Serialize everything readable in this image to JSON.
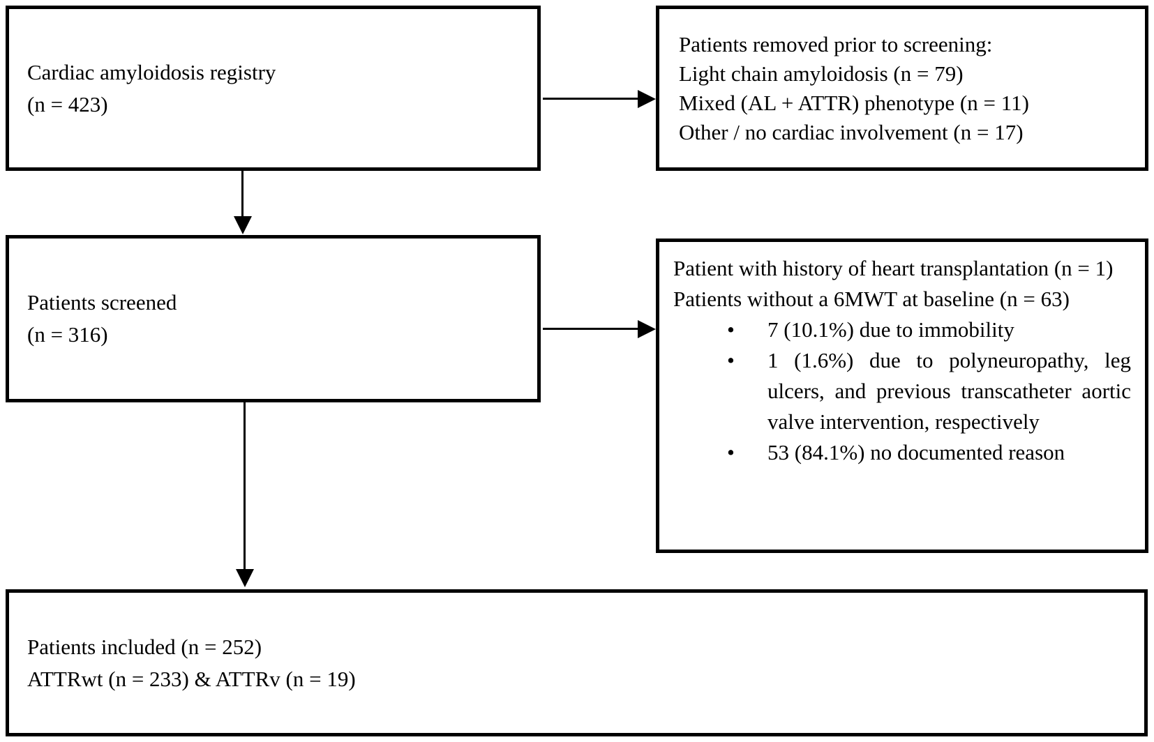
{
  "diagram": {
    "colors": {
      "border": "#000000",
      "text": "#000000",
      "background": "#ffffff"
    },
    "icons": {
      "bullet_char": "•"
    },
    "boxes": {
      "registry": {
        "line1": "Cardiac amyloidosis registry",
        "line2": "(n = 423)"
      },
      "removed": {
        "title": "Patients removed prior to screening:",
        "items": [
          "Light chain amyloidosis (n = 79)",
          "Mixed (AL + ATTR) phenotype (n = 11)",
          "Other / no cardiac involvement (n = 17)"
        ]
      },
      "screened": {
        "line1": "Patients screened",
        "line2": "(n = 316)"
      },
      "exclusions": {
        "para1": "Patient with history of heart transplantation (n = 1)",
        "para2": "Patients without a 6MWT at baseline (n = 63)",
        "bullets": [
          "7 (10.1%) due to immobility",
          "1 (1.6%) due to polyneuropathy, leg ulcers, and previous transcatheter aortic valve intervention, respectively",
          "53 (84.1%) no documented reason"
        ]
      },
      "included": {
        "line1": "Patients included (n = 252)",
        "line2": "ATTRwt (n = 233) & ATTRv (n = 19)"
      }
    }
  }
}
